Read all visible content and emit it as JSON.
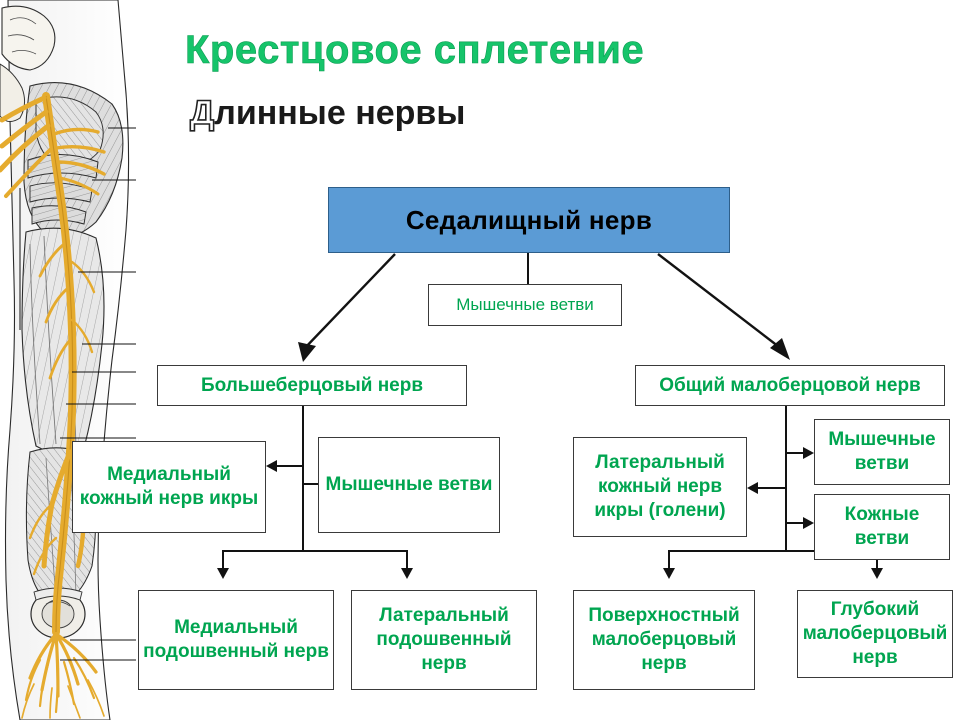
{
  "title": {
    "main": "Крестцовое сплетение",
    "sub_first_letter": "Д",
    "sub_rest": "линные нервы",
    "main_color": "#16c46a",
    "sub_color": "#1a1a1a"
  },
  "colors": {
    "root_box_fill": "#5b9bd5",
    "node_text": "#00a550",
    "root_text": "#000000",
    "border": "#3a3a3a",
    "connector": "#121212",
    "background": "#ffffff"
  },
  "illustration": {
    "name": "sciatic-nerve-anatomical-engraving",
    "description": "Анатомическая гравюра задней поверхности бедра и голени с седалищным нервом",
    "nerve_color": "#e0a830",
    "muscle_color": "#d8d8d8"
  },
  "diagram": {
    "type": "hierarchy-tree",
    "nodes": [
      {
        "id": "root",
        "label": "Седалищный нерв",
        "style": "root"
      },
      {
        "id": "muscular-root",
        "label": "Мышечные ветви",
        "style": "plain"
      },
      {
        "id": "tibial",
        "label": "Большеберцовый нерв",
        "style": "node"
      },
      {
        "id": "common-fibular",
        "label": "Общий малоберцовой нерв",
        "style": "node"
      },
      {
        "id": "medial-sural",
        "label": "Медиальный кожный нерв икры",
        "style": "node"
      },
      {
        "id": "muscular-tib",
        "label": "Мышечные ветви",
        "style": "node"
      },
      {
        "id": "lateral-sural",
        "label": "Латеральный кожный нерв икры (голени)",
        "style": "node"
      },
      {
        "id": "muscular-fib",
        "label": "Мышечные ветви",
        "style": "node"
      },
      {
        "id": "cutaneous-fib",
        "label": "Кожные ветви",
        "style": "node"
      },
      {
        "id": "medial-plantar",
        "label": "Медиальный подошвенный нерв",
        "style": "node"
      },
      {
        "id": "lateral-plantar",
        "label": "Латеральный подошвенный нерв",
        "style": "node"
      },
      {
        "id": "superficial-fib",
        "label": "Поверхностный малоберцовый нерв",
        "style": "node"
      },
      {
        "id": "deep-fib",
        "label": "Глубокий малоберцовый нерв",
        "style": "node"
      }
    ],
    "edges": [
      {
        "from": "root",
        "to": "tibial",
        "kind": "diagonal-arrow"
      },
      {
        "from": "root",
        "to": "muscular-root",
        "kind": "vertical-line"
      },
      {
        "from": "root",
        "to": "common-fibular",
        "kind": "diagonal-arrow"
      },
      {
        "from": "tibial",
        "to": "medial-sural",
        "kind": "left-arrow"
      },
      {
        "from": "tibial",
        "to": "muscular-tib",
        "kind": "right-arrow"
      },
      {
        "from": "tibial",
        "to": "medial-plantar",
        "kind": "down-arrow"
      },
      {
        "from": "tibial",
        "to": "lateral-plantar",
        "kind": "down-arrow"
      },
      {
        "from": "common-fibular",
        "to": "lateral-sural",
        "kind": "left-arrow"
      },
      {
        "from": "common-fibular",
        "to": "muscular-fib",
        "kind": "right-arrow"
      },
      {
        "from": "common-fibular",
        "to": "cutaneous-fib",
        "kind": "right-arrow"
      },
      {
        "from": "common-fibular",
        "to": "superficial-fib",
        "kind": "down-arrow"
      },
      {
        "from": "common-fibular",
        "to": "deep-fib",
        "kind": "down-arrow"
      }
    ]
  }
}
